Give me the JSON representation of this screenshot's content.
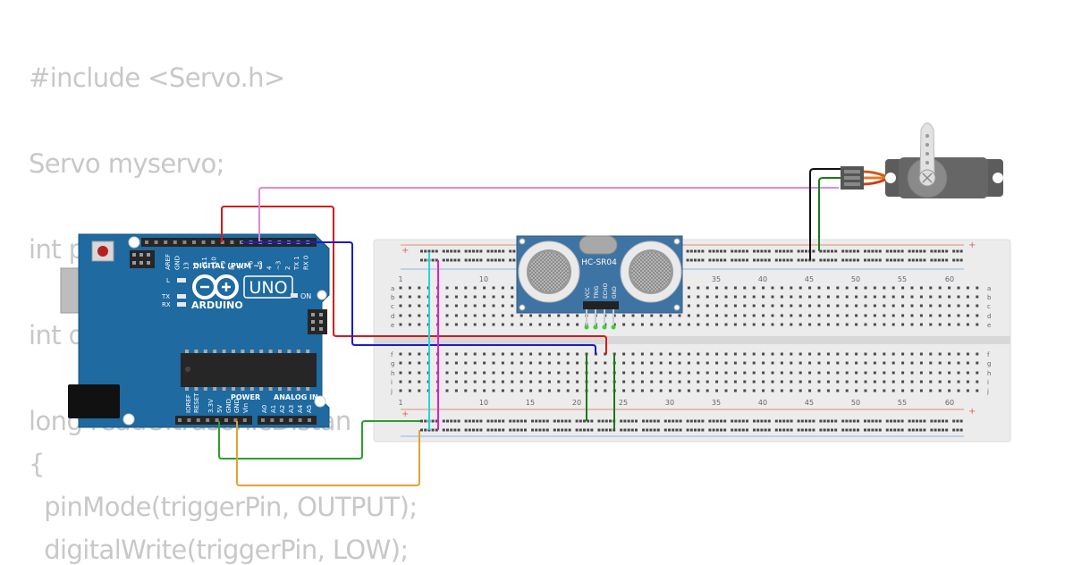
{
  "code_lines": [
    "#include <Servo.h>",
    "Servo myservo;",
    "int p",
    "int d",
    "long readUltrasonicDistan",
    "{",
    "  pinMode(triggerPin, OUTPUT);",
    "  digitalWrite(triggerPin, LOW);"
  ],
  "arduino": {
    "model": "UNO",
    "brand": "ARDUINO",
    "digital_header": "DIGITAL (PWM ~)",
    "power_header": "POWER",
    "analog_header": "ANALOG IN",
    "on_label": "ON",
    "led_labels": [
      "L",
      "TX",
      "RX"
    ],
    "top_pins": [
      "AREF",
      "GND",
      "13",
      "12",
      "~11",
      "~10",
      "~9",
      "8",
      "7",
      "~6",
      "~5",
      "4",
      "~3",
      "2",
      "TX 1",
      "RX 0"
    ],
    "bottom_pins": [
      "IOREF",
      "RESET",
      "3.3V",
      "5V",
      "GND",
      "GND",
      "Vin",
      "A0",
      "A1",
      "A2",
      "A3",
      "A4",
      "A5"
    ]
  },
  "sensor": {
    "name": "HC-SR04",
    "pins": [
      "VCC",
      "TRIG",
      "ECHO",
      "GND"
    ]
  },
  "breadboard": {
    "plus": "+",
    "minus": "-",
    "column_numbers": [
      "1",
      "10",
      "15",
      "20",
      "25",
      "30",
      "35",
      "40",
      "45",
      "50",
      "55",
      "60"
    ],
    "row_letters_top": [
      "a",
      "b",
      "c",
      "d",
      "e"
    ],
    "row_letters_bottom": [
      "f",
      "g",
      "h",
      "i",
      "j"
    ]
  },
  "colors": {
    "code_text": "#c8c8c8",
    "arduino_board": "#1e6aa1",
    "sensor_board": "#3e74a3",
    "wire_red": "#d41a1a",
    "wire_pink": "#d98bd9",
    "wire_blue": "#1a1ad9",
    "wire_green": "#2aa12a",
    "wire_orange": "#e2a330",
    "wire_cyan": "#27d3d8",
    "wire_magenta": "#e01fc9",
    "wire_black": "#111111",
    "wire_dark_green": "#1a7a1a"
  }
}
